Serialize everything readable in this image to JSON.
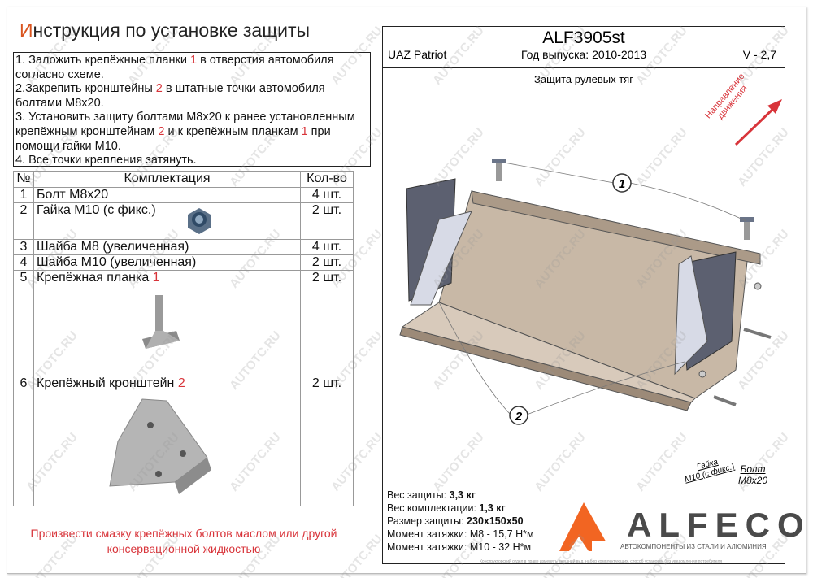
{
  "title": {
    "first_letter": "И",
    "rest": "нструкция по установке защиты"
  },
  "instructions": [
    {
      "a": "1. Заложить крепёжные планки ",
      "n": "1",
      "b": " в отверстия автомобиля согласно схеме."
    },
    {
      "a": "2.Закрепить кронштейны ",
      "n": "2",
      "b": " в штатные точки автомобиля болтами М8х20."
    },
    {
      "a": "3. Установить защиту болтами М8х20 к ранее установленным крепёжным кронштейнам ",
      "n": "2",
      "c": " и к крепёжным планкам ",
      "n2": "1",
      "b": " при помощи гайки М10."
    },
    {
      "a": "4. Все точки крепления затянуть."
    }
  ],
  "table": {
    "headers": [
      "№",
      "Комплектация",
      "Кол-во"
    ],
    "rows": [
      {
        "num": "1",
        "name": "Болт М8х20",
        "qty": "4 шт."
      },
      {
        "num": "2",
        "name": "Гайка М10 (с фикс.)",
        "qty": "2 шт."
      },
      {
        "num": "3",
        "name": "Шайба М8 (увеличенная)",
        "qty": "4 шт."
      },
      {
        "num": "4",
        "name": "Шайба М10 (увеличенная)",
        "qty": "2 шт."
      },
      {
        "num": "5",
        "name": "Крепёжная планка ",
        "ref": "1",
        "qty": "2 шт."
      },
      {
        "num": "6",
        "name": "Крепёжный кронштейн ",
        "ref": "2",
        "qty": "2 шт."
      }
    ]
  },
  "warning": "Произвести смазку крепёжных болтов маслом или другой консервационной жидкостью",
  "header": {
    "code": "ALF3905st",
    "model": "UAZ Patriot",
    "year": "Год выпуска: 2010-2013",
    "version": "V - 2,7"
  },
  "subtitle": "Защита рулевых тяг",
  "direction": [
    "Направление",
    "движения"
  ],
  "callouts": [
    "1",
    "2"
  ],
  "notes": {
    "nut": [
      "Гайка",
      "М10 (с фикс.)"
    ],
    "bolt": [
      "Болт",
      "М8х20"
    ]
  },
  "specs": [
    {
      "label": "Вес защиты: ",
      "value": "3,3 кг"
    },
    {
      "label": "Вес комплектации: ",
      "value": "1,3 кг"
    },
    {
      "label": "Размер защиты: ",
      "value": "230х150х50"
    },
    {
      "label": "Момент затяжки:  ",
      "value": "М8 - 15,7 Н*м"
    },
    {
      "label": "Момент затяжки:  ",
      "value": "М10 - 32 Н*м"
    }
  ],
  "logo": {
    "name": "ALFECO",
    "tagline": "АВТОКОМПОНЕНТЫ ИЗ СТАЛИ И АЛЮМИНИЯ"
  },
  "fine_print": "Конструкторский отдел в праве изменять внешний вид, набор комплектующих, способ установки без уведомления потребителя",
  "watermark": "AUTOTC.RU",
  "colors": {
    "accent": "#d8343a",
    "logo": "#f26522"
  }
}
